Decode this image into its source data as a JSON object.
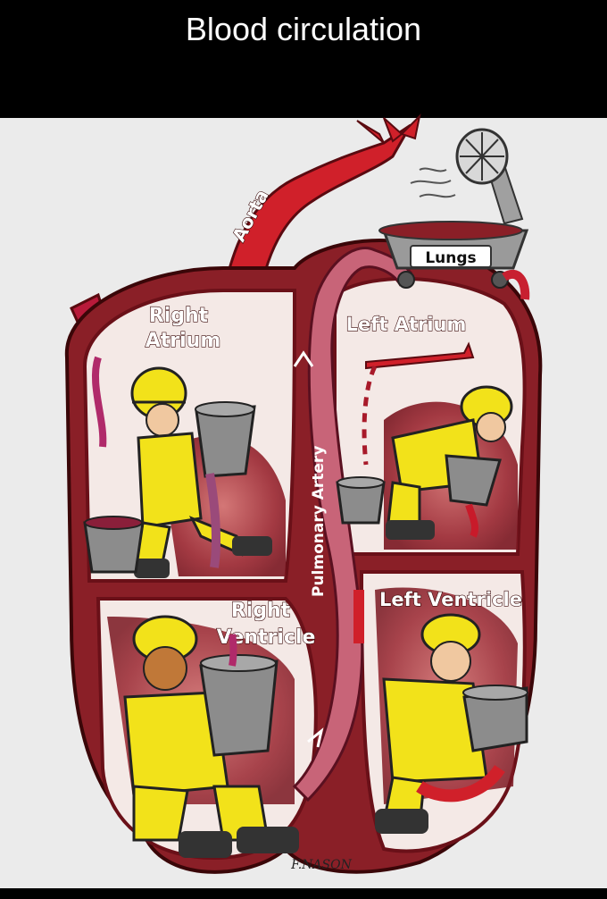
{
  "header": {
    "title": "Blood circulation"
  },
  "diagram": {
    "labels": {
      "aorta": "Aorta",
      "lungs": "Lungs",
      "left_atrium": "Left Atrium",
      "right_atrium_1": "Right",
      "right_atrium_2": "Atrium",
      "pulmonary_artery": "Pulmonary Artery",
      "right_ventricle_1": "Right",
      "right_ventricle_2": "Ventricle",
      "left_ventricle": "Left Ventricle",
      "signature": "F.NASON"
    },
    "colors": {
      "heart_outline": "#8a1f27",
      "chamber_wall": "#a32a32",
      "chamber_bg": "#f4e9e6",
      "blood_dark": "#7a1020",
      "artery_red": "#d0202a",
      "pulmonary_pink": "#c86478",
      "worker_yellow": "#f2e21a",
      "bucket_gray": "#8c8c8c",
      "boot_dark": "#333333"
    },
    "icons": [
      "fan-icon",
      "lungs-cart-icon",
      "bucket-icon",
      "worker-icon",
      "arrow-icon"
    ]
  }
}
